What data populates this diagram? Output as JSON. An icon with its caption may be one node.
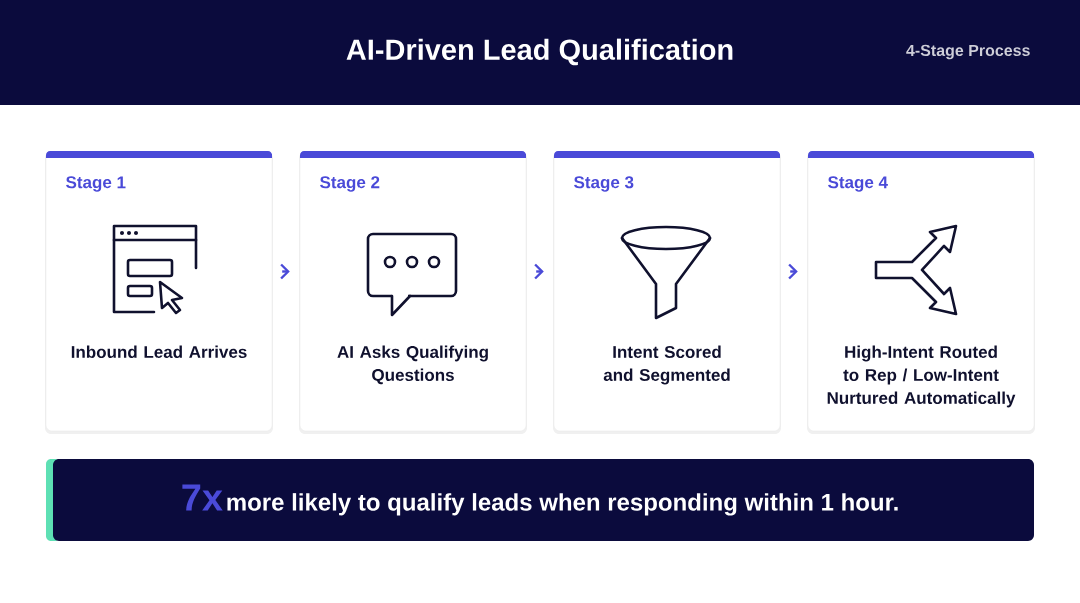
{
  "diagram": {
    "title": "AI-Driven Lead Qualification",
    "nodes": [
      {
        "text": [
          "Stage 1",
          "Inbound Lead Arrives"
        ]
      },
      {
        "text": [
          "Stage 2",
          "AI Asks Qualifying Questions"
        ]
      },
      {
        "text": [
          "Stage 3",
          "Intent Scored and Segmented"
        ]
      },
      {
        "text": [
          "Stage 4",
          "High-Intent Routed to Rep / Low-Intent Nurtured Automatically"
        ]
      },
      {
        "text": [
          "7x",
          "more likely to qualify leads when responding within 1 hour."
        ]
      }
    ],
    "edges": [
      {
        "from": 0,
        "to": 1,
        "arrow": "to"
      },
      {
        "from": 1,
        "to": 2,
        "arrow": "to"
      },
      {
        "from": 2,
        "to": 3,
        "arrow": "to"
      }
    ],
    "labels": [
      "4-Stage Process"
    ]
  }
}
